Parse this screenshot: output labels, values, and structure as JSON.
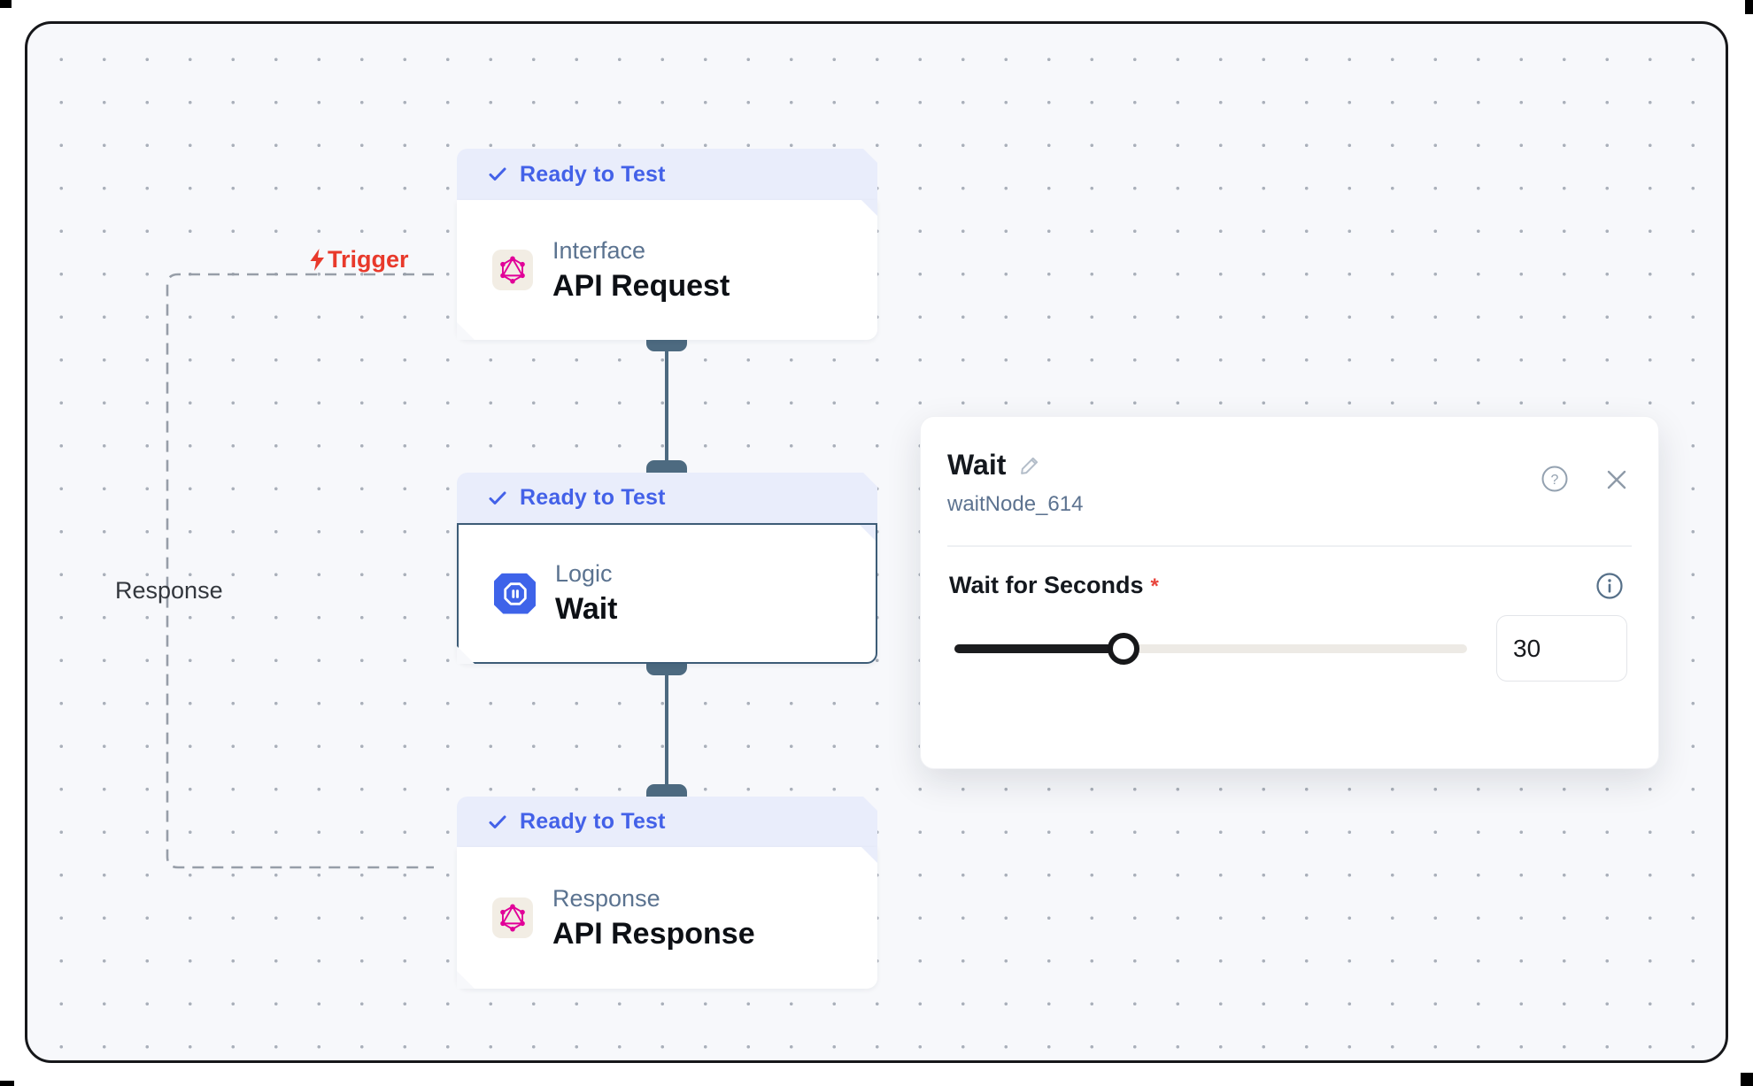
{
  "canvas": {
    "background": "#f7f8fb",
    "frame_color": "#16171a",
    "dot_color": "#aab0ba"
  },
  "edges": {
    "trigger_label": "Trigger",
    "response_label": "Response"
  },
  "nodes": [
    {
      "status": "Ready to Test",
      "category": "Interface",
      "title": "API Request",
      "icon": "graphql-icon",
      "selected": false
    },
    {
      "status": "Ready to Test",
      "category": "Logic",
      "title": "Wait",
      "icon": "pause-octagon-icon",
      "selected": true
    },
    {
      "status": "Ready to Test",
      "category": "Response",
      "title": "API Response",
      "icon": "graphql-icon",
      "selected": false
    }
  ],
  "panel": {
    "title": "Wait",
    "subtitle": "waitNode_614",
    "field_label": "Wait for Seconds",
    "required_marker": "*",
    "value": "30",
    "slider_fill_percent": 33
  },
  "colors": {
    "badge_text": "#4361e8",
    "accent_blue": "#3e63e9",
    "graphql_pink": "#e10098",
    "trigger_red": "#e8392b",
    "connector": "#4d6a80"
  }
}
